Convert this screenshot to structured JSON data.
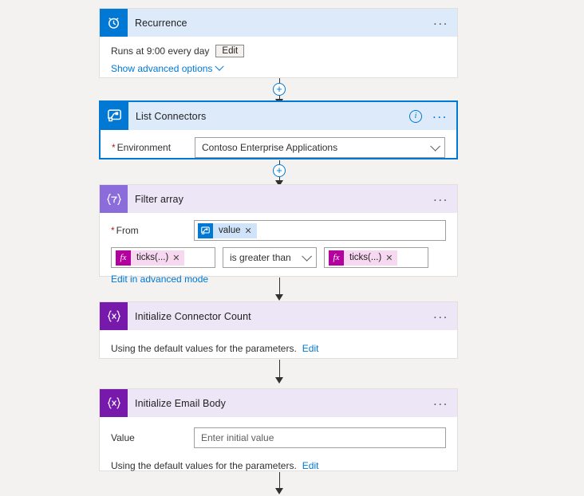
{
  "flow": {
    "cards": [
      {
        "id": "recurrence",
        "title": "Recurrence",
        "icon": "alarm-clock-icon",
        "runs_text": "Runs at 9:00 every day",
        "edit_label": "Edit",
        "advanced_label": "Show advanced options",
        "menu_label": "..."
      },
      {
        "id": "list-connectors",
        "title": "List Connectors",
        "icon": "flow-connector-icon",
        "field_label": "Environment",
        "field_value": "Contoso Enterprise Applications",
        "info_label": "i",
        "menu_label": "..."
      },
      {
        "id": "filter-array",
        "title": "Filter array",
        "icon": "filter-braces-icon",
        "from_label": "From",
        "from_token": "value",
        "left_token": "ticks(...)",
        "operator": "is greater than",
        "right_token": "ticks(...)",
        "advanced_link": "Edit in advanced mode",
        "token_remove": "✕",
        "menu_label": "..."
      },
      {
        "id": "initialize-connector-count",
        "title": "Initialize Connector Count",
        "icon": "variable-braces-icon",
        "defaults_text": "Using the default values for the parameters.",
        "edit_label": "Edit",
        "menu_label": "..."
      },
      {
        "id": "initialize-email-body",
        "title": "Initialize Email Body",
        "icon": "variable-braces-icon",
        "value_label": "Value",
        "value_placeholder": "Enter initial value",
        "defaults_text": "Using the default values for the parameters.",
        "edit_label": "Edit",
        "menu_label": "..."
      }
    ],
    "insert_button_label": "+",
    "colors": {
      "accent": "#0078d4",
      "header_blue": "#dceafa",
      "header_purple": "#ece6f7",
      "icon_light_purple": "#8c6cdb",
      "icon_dark_purple": "#7719aa",
      "token_magenta": "#b4009e",
      "required_red": "#a4262c",
      "canvas": "#f3f2f1"
    }
  }
}
